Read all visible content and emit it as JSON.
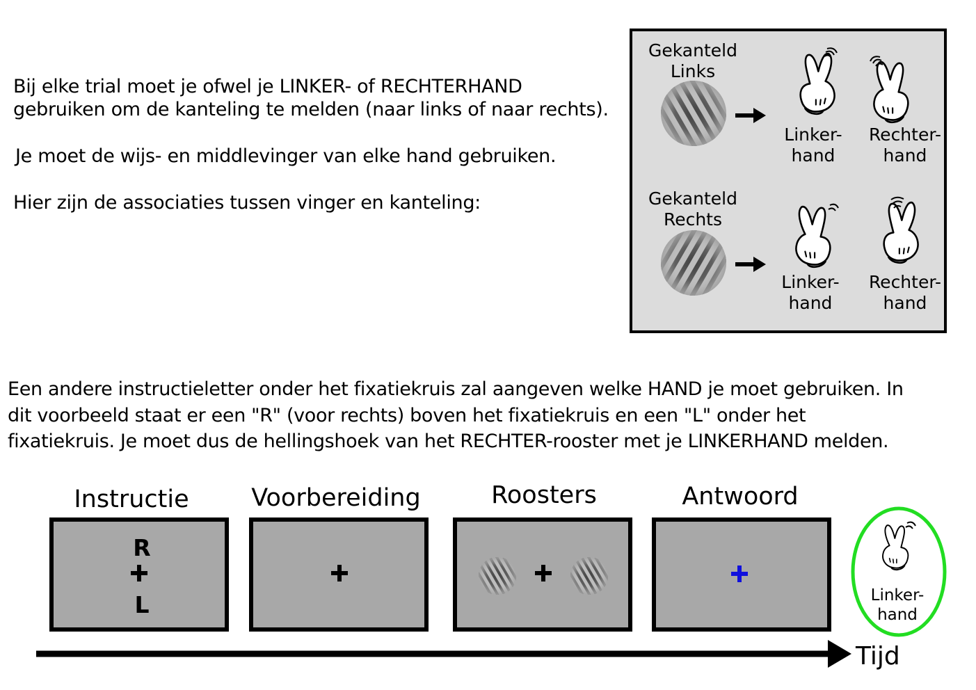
{
  "instructions": {
    "p1": "Bij elke trial moet je ofwel je LINKER- of RECHTERHAND gebruiken om de kanteling te melden (naar links of naar rechts).",
    "p2": "Je moet de wijs- en middlevinger van elke hand gebruiken.",
    "p3": "Hier zijn de associaties tussen vinger en kanteling:"
  },
  "legend": {
    "rows": [
      {
        "title_line1": "Gekanteld",
        "title_line2": "Links",
        "left_hand": {
          "line1": "Linker-",
          "line2": "hand"
        },
        "right_hand": {
          "line1": "Rechter-",
          "line2": "hand"
        }
      },
      {
        "title_line1": "Gekanteld",
        "title_line2": "Rechts",
        "left_hand": {
          "line1": "Linker-",
          "line2": "hand"
        },
        "right_hand": {
          "line1": "Rechter-",
          "line2": "hand"
        }
      }
    ]
  },
  "explanation": {
    "line1": "Een andere instructieletter onder het fixatiekruis zal aangeven welke HAND je moet gebruiken. In",
    "line2": "dit voorbeeld staat er een \"R\" (voor rechts) boven het fixatiekruis en een \"L\" onder het",
    "line3": "fixatiekruis.  Je moet dus de hellingshoek van het RECHTER-rooster met je LINKERHAND melden."
  },
  "timeline": {
    "stages": [
      {
        "title": "Instructie",
        "top_letter": "R",
        "bottom_letter": "L"
      },
      {
        "title": "Voorbereiding"
      },
      {
        "title": "Roosters"
      },
      {
        "title": "Antwoord"
      }
    ],
    "response": {
      "line1": "Linker-",
      "line2": "hand"
    },
    "axis_label": "Tijd"
  },
  "colors": {
    "response_cross": "#1010dd",
    "response_ellipse": "#22dd22",
    "screen_gray": "#a8a8a8",
    "legend_bg": "#dcdcdc"
  }
}
